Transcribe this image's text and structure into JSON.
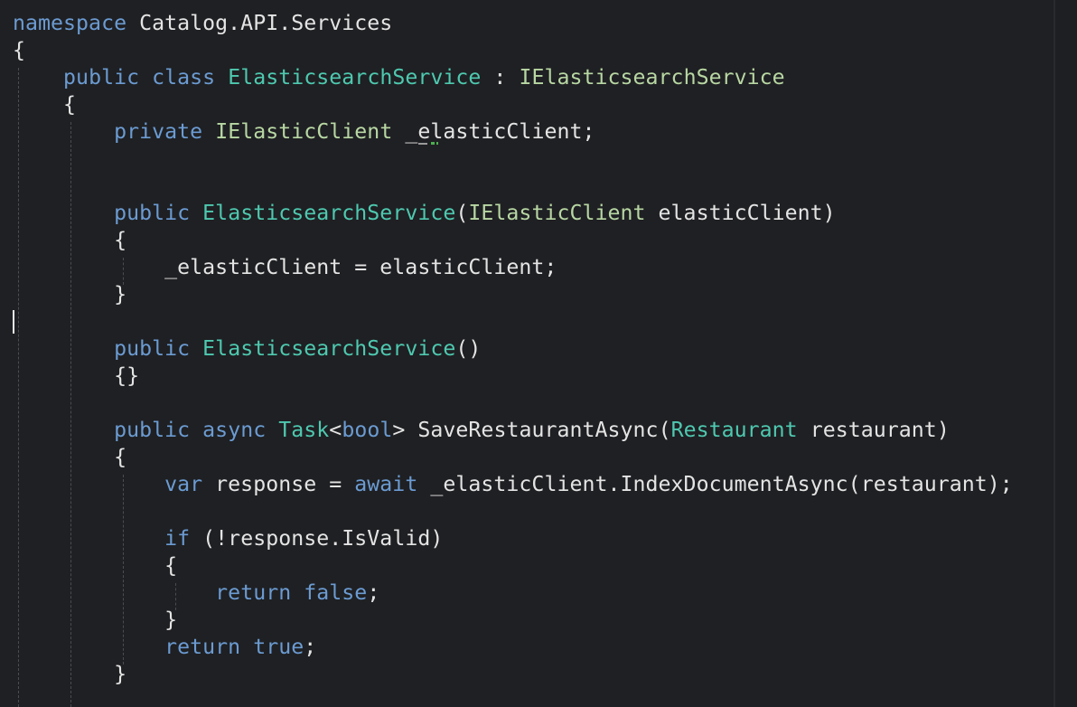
{
  "editor": {
    "language": "C#",
    "theme_colors": {
      "background": "#1f2023",
      "keyword": "#6b9bd2",
      "type": "#4ec9b0",
      "interface": "#b8d7a3",
      "plain": "#e4e4e4",
      "indent_guide": "#4a4c50"
    },
    "lines": [
      {
        "tokens": [
          {
            "t": "namespace",
            "c": "kw"
          },
          {
            "t": " Catalog.API.Services",
            "c": "pl"
          }
        ]
      },
      {
        "tokens": [
          {
            "t": "{",
            "c": "pl"
          }
        ]
      },
      {
        "tokens": [
          {
            "t": "    "
          },
          {
            "t": "public",
            "c": "kw"
          },
          {
            "t": " "
          },
          {
            "t": "class",
            "c": "kw"
          },
          {
            "t": " "
          },
          {
            "t": "ElasticsearchService",
            "c": "ty"
          },
          {
            "t": " : ",
            "c": "pl"
          },
          {
            "t": "IElasticsearchService",
            "c": "ifc"
          }
        ]
      },
      {
        "tokens": [
          {
            "t": "    {",
            "c": "pl"
          }
        ]
      },
      {
        "tokens": [
          {
            "t": "        "
          },
          {
            "t": "private",
            "c": "kw"
          },
          {
            "t": " "
          },
          {
            "t": "IElasticClient",
            "c": "ifc"
          },
          {
            "t": " _elasticClient;",
            "c": "pl"
          }
        ]
      },
      {
        "tokens": []
      },
      {
        "tokens": []
      },
      {
        "tokens": [
          {
            "t": "        "
          },
          {
            "t": "public",
            "c": "kw"
          },
          {
            "t": " "
          },
          {
            "t": "ElasticsearchService",
            "c": "ty"
          },
          {
            "t": "(",
            "c": "pl"
          },
          {
            "t": "IElasticClient",
            "c": "ifc"
          },
          {
            "t": " elasticClient)",
            "c": "pl"
          }
        ]
      },
      {
        "tokens": [
          {
            "t": "        {",
            "c": "pl"
          }
        ]
      },
      {
        "tokens": [
          {
            "t": "            _elasticClient = elasticClient;",
            "c": "pl"
          }
        ]
      },
      {
        "tokens": [
          {
            "t": "        }",
            "c": "pl"
          }
        ]
      },
      {
        "tokens": []
      },
      {
        "tokens": [
          {
            "t": "        "
          },
          {
            "t": "public",
            "c": "kw"
          },
          {
            "t": " "
          },
          {
            "t": "ElasticsearchService",
            "c": "ty"
          },
          {
            "t": "()",
            "c": "pl"
          }
        ]
      },
      {
        "tokens": [
          {
            "t": "        {}",
            "c": "pl"
          }
        ]
      },
      {
        "tokens": []
      },
      {
        "tokens": [
          {
            "t": "        "
          },
          {
            "t": "public",
            "c": "kw"
          },
          {
            "t": " "
          },
          {
            "t": "async",
            "c": "kw"
          },
          {
            "t": " "
          },
          {
            "t": "Task",
            "c": "ty"
          },
          {
            "t": "<",
            "c": "pl"
          },
          {
            "t": "bool",
            "c": "kw"
          },
          {
            "t": "> SaveRestaurantAsync(",
            "c": "pl"
          },
          {
            "t": "Restaurant",
            "c": "ty"
          },
          {
            "t": " restaurant)",
            "c": "pl"
          }
        ]
      },
      {
        "tokens": [
          {
            "t": "        {",
            "c": "pl"
          }
        ]
      },
      {
        "tokens": [
          {
            "t": "            "
          },
          {
            "t": "var",
            "c": "kw"
          },
          {
            "t": " response = ",
            "c": "pl"
          },
          {
            "t": "await",
            "c": "kw"
          },
          {
            "t": " _elasticClient.IndexDocumentAsync(restaurant);",
            "c": "pl"
          }
        ]
      },
      {
        "tokens": []
      },
      {
        "tokens": [
          {
            "t": "            "
          },
          {
            "t": "if",
            "c": "kw"
          },
          {
            "t": " (!response.IsValid)",
            "c": "pl"
          }
        ]
      },
      {
        "tokens": [
          {
            "t": "            {",
            "c": "pl"
          }
        ]
      },
      {
        "tokens": [
          {
            "t": "                "
          },
          {
            "t": "return",
            "c": "kw"
          },
          {
            "t": " "
          },
          {
            "t": "false",
            "c": "kw"
          },
          {
            "t": ";",
            "c": "pl"
          }
        ]
      },
      {
        "tokens": [
          {
            "t": "            }",
            "c": "pl"
          }
        ]
      },
      {
        "tokens": [
          {
            "t": "            "
          },
          {
            "t": "return",
            "c": "kw"
          },
          {
            "t": " "
          },
          {
            "t": "true",
            "c": "kw"
          },
          {
            "t": ";",
            "c": "pl"
          }
        ]
      },
      {
        "tokens": [
          {
            "t": "        }",
            "c": "pl"
          }
        ]
      }
    ],
    "caret_line": 12,
    "diagnostic": {
      "line": 5,
      "symbol": "_elasticClient",
      "kind": "suggestion-squiggle"
    }
  }
}
